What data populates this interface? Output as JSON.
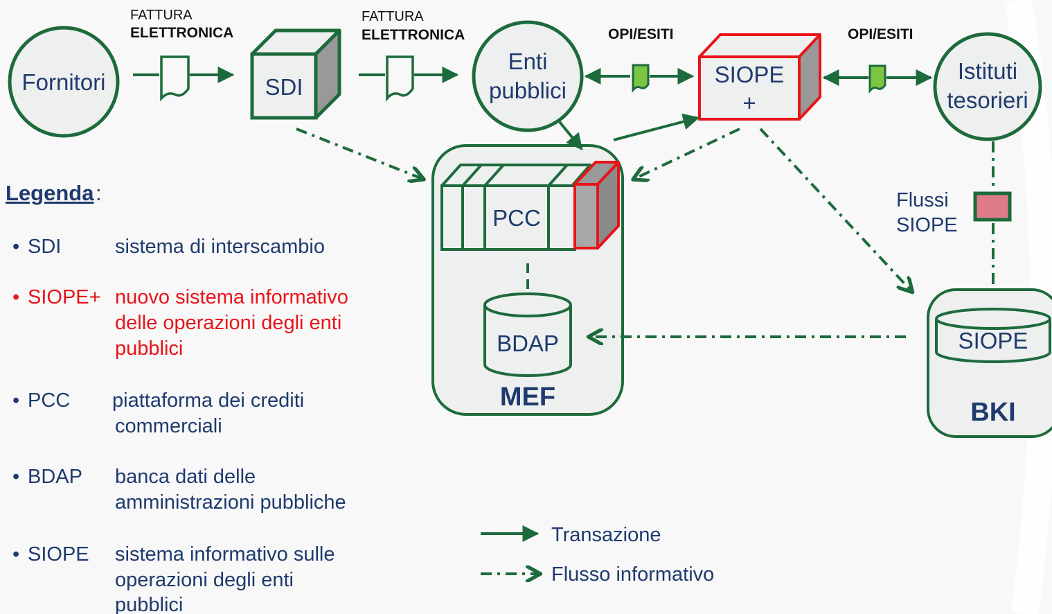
{
  "labels": {
    "fattura_top": "FATTURA",
    "fattura_bottom": "ELETTRONICA",
    "opi_esiti": "OPI/ESITI",
    "flussi_line1": "Flussi",
    "flussi_line2": "SIOPE"
  },
  "nodes": {
    "fornitori": "Fornitori",
    "sdi": "SDI",
    "enti_line1": "Enti",
    "enti_line2": "pubblici",
    "siope_plus_line1": "SIOPE",
    "siope_plus_line2": "+",
    "istituti_line1": "Istituti",
    "istituti_line2": "tesorieri",
    "pcc": "PCC",
    "bdap": "BDAP",
    "mef": "MEF",
    "siope": "SIOPE",
    "bki": "BKI"
  },
  "legend": {
    "title": "Legenda",
    "colon": ":",
    "items": [
      {
        "term": "SDI",
        "lines": [
          "sistema di interscambio"
        ]
      },
      {
        "term": "SIOPE+",
        "lines": [
          "nuovo sistema informativo",
          "delle operazioni degli enti",
          "pubblici"
        ]
      },
      {
        "term": "PCC",
        "lines": [
          "piattaforma dei crediti",
          "commerciali"
        ]
      },
      {
        "term": "BDAP",
        "lines": [
          "banca dati delle",
          "amministrazioni pubbliche"
        ]
      },
      {
        "term": "SIOPE",
        "lines": [
          "sistema informativo sulle",
          "operazioni degli enti",
          "pubblici"
        ]
      }
    ]
  },
  "key": {
    "transazione": "Transazione",
    "flusso": "Flusso informativo"
  },
  "colors": {
    "green": "#1d6b3c",
    "navy": "#1f3a6e",
    "red": "#e8141a",
    "light_green": "#7cc444",
    "pink": "#e07c8a",
    "node_fill": "#eef0ef",
    "cube_side": "#999999"
  }
}
